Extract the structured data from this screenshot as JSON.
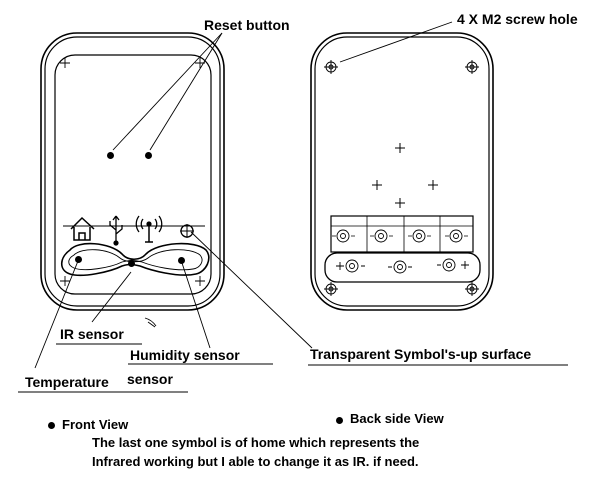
{
  "labels": {
    "reset_button": "Reset button",
    "screw_hole": "4 X M2 screw hole",
    "ir_sensor": "IR sensor",
    "humidity_sensor": "Humidity sensor",
    "temperature": "Temperature",
    "sensor": "sensor",
    "transparent_symbol": "Transparent Symbol's-up surface"
  },
  "captions": {
    "front_view": "Front View",
    "back_view": "Back side View",
    "note_line1": "The last one symbol is of home which represents the",
    "note_line2": "Infrared working but I able to change it as IR. if need."
  },
  "icons": [
    "home-icon",
    "usb-icon",
    "wireless-antenna-icon",
    "crosshair-icon"
  ]
}
